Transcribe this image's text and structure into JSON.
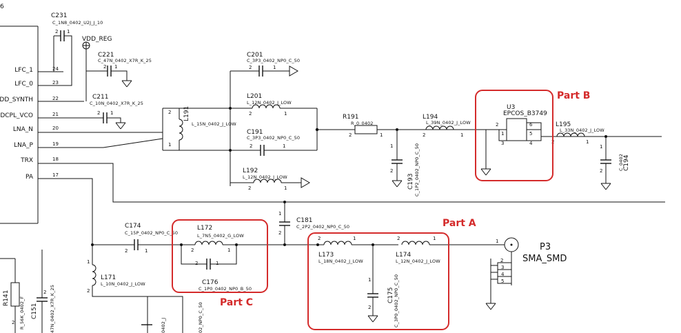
{
  "page_marker": "6",
  "ic_pins": [
    {
      "name": "LFC_1",
      "num": "24"
    },
    {
      "name": "LFC_0",
      "num": "23"
    },
    {
      "name": "AVDD_SYNTH",
      "num": "22"
    },
    {
      "name": "DCPL_VCO",
      "num": "21"
    },
    {
      "name": "LNA_N",
      "num": "20"
    },
    {
      "name": "LNA_P",
      "num": "19"
    },
    {
      "name": "TRX",
      "num": "18"
    },
    {
      "name": "PA",
      "num": "17"
    }
  ],
  "power": {
    "vdd": "VDD_REG"
  },
  "components": {
    "C231": {
      "ref": "C231",
      "value": "C_1N8_0402_U2J_J_10"
    },
    "C221": {
      "ref": "C221",
      "value": "C_47N_0402_X7R_K_25"
    },
    "C211": {
      "ref": "C211",
      "value": "C_10N_0402_X7R_K_25"
    },
    "C201": {
      "ref": "C201",
      "value": "C_3P3_0402_NP0_C_50"
    },
    "L201": {
      "ref": "L201",
      "value": "L_12N_0402_J_LOW"
    },
    "L191": {
      "ref": "L191",
      "value": "L_15N_0402_J_LOW"
    },
    "C191": {
      "ref": "C191",
      "value": "C_3P3_0402_NP0_C_50"
    },
    "L192": {
      "ref": "L192",
      "value": "L_12N_0402_J_LOW"
    },
    "R191": {
      "ref": "R191",
      "value": "R_0_0402"
    },
    "C193": {
      "ref": "C193",
      "value": "C_1P2_0402_NP0_C_50"
    },
    "L194": {
      "ref": "L194",
      "value": "L_39N_0402_J_LOW"
    },
    "U3": {
      "ref": "U3",
      "value": "EPCOS_B3749"
    },
    "L195": {
      "ref": "L195",
      "value": "L_33N_0402_J_LOW"
    },
    "C194": {
      "ref": "C194",
      "value": "C_0402"
    },
    "C174": {
      "ref": "C174",
      "value": "C_15P_0402_NP0_C_50"
    },
    "L172": {
      "ref": "L172",
      "value": "L_7N5_0402_G_LOW"
    },
    "C176": {
      "ref": "C176",
      "value": "C_1P0_0402_NP0_B_50"
    },
    "C181": {
      "ref": "C181",
      "value": "C_2P2_0402_NP0_C_50"
    },
    "L171": {
      "ref": "L171",
      "value": "L_10N_0402_J_LOW"
    },
    "L173": {
      "ref": "L173",
      "value": "L_18N_0402_J_LOW"
    },
    "L174": {
      "ref": "L174",
      "value": "L_12N_0402_J_LOW"
    },
    "C175": {
      "ref": "C175",
      "value": "C_3P0_0402_NP0_C_50"
    },
    "R141": {
      "ref": "R141",
      "value": "R_56K_0402_F"
    },
    "C151": {
      "ref": "C151",
      "value": "47N_0402_X7R_K_25"
    },
    "P3": {
      "ref": "P3",
      "value": "SMA_SMD"
    }
  },
  "u3_pins": [
    "2",
    "1",
    "3",
    "4",
    "5",
    "6"
  ],
  "p3_pins": [
    "1",
    "2",
    "3",
    "4",
    "5"
  ],
  "partial_labels": {
    "bottom_a": "0402_J",
    "bottom_b": "02_NP0_C_50"
  },
  "annotations": {
    "part_a": "Part A",
    "part_b": "Part B",
    "part_c": "Part C"
  },
  "colors": {
    "annotation": "#d42b2b",
    "wire": "#111111"
  }
}
